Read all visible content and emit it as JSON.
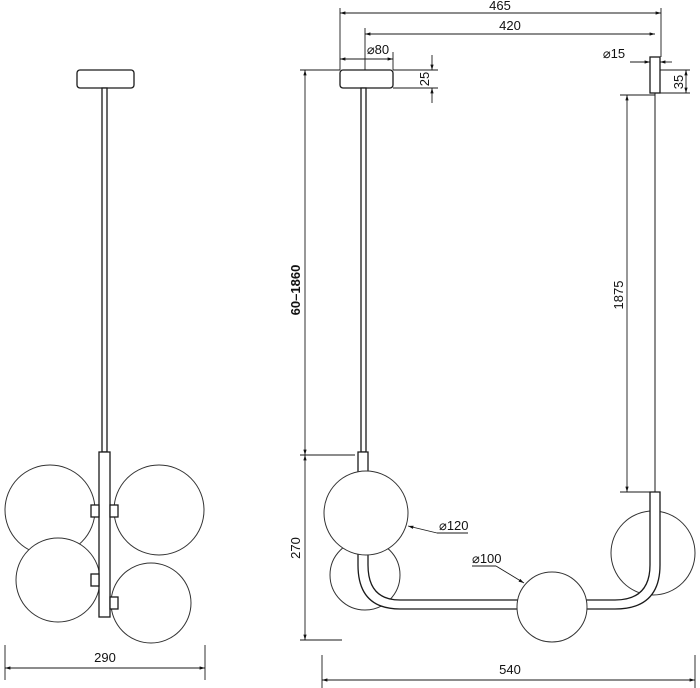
{
  "diagram": {
    "front_view": {
      "width_label": "290"
    },
    "side_view": {
      "overall_width_label": "465",
      "rod_spacing_label": "420",
      "canopy_diameter_label": "⌀80",
      "canopy_height_label": "25",
      "small_mount_diameter_label": "⌀15",
      "small_mount_height_label": "35",
      "adjustable_height_label": "60–1860",
      "suspension_length_label": "1875",
      "body_height_label": "270",
      "large_globe_label": "⌀120",
      "small_globe_label": "⌀100",
      "total_length_label": "540"
    }
  }
}
